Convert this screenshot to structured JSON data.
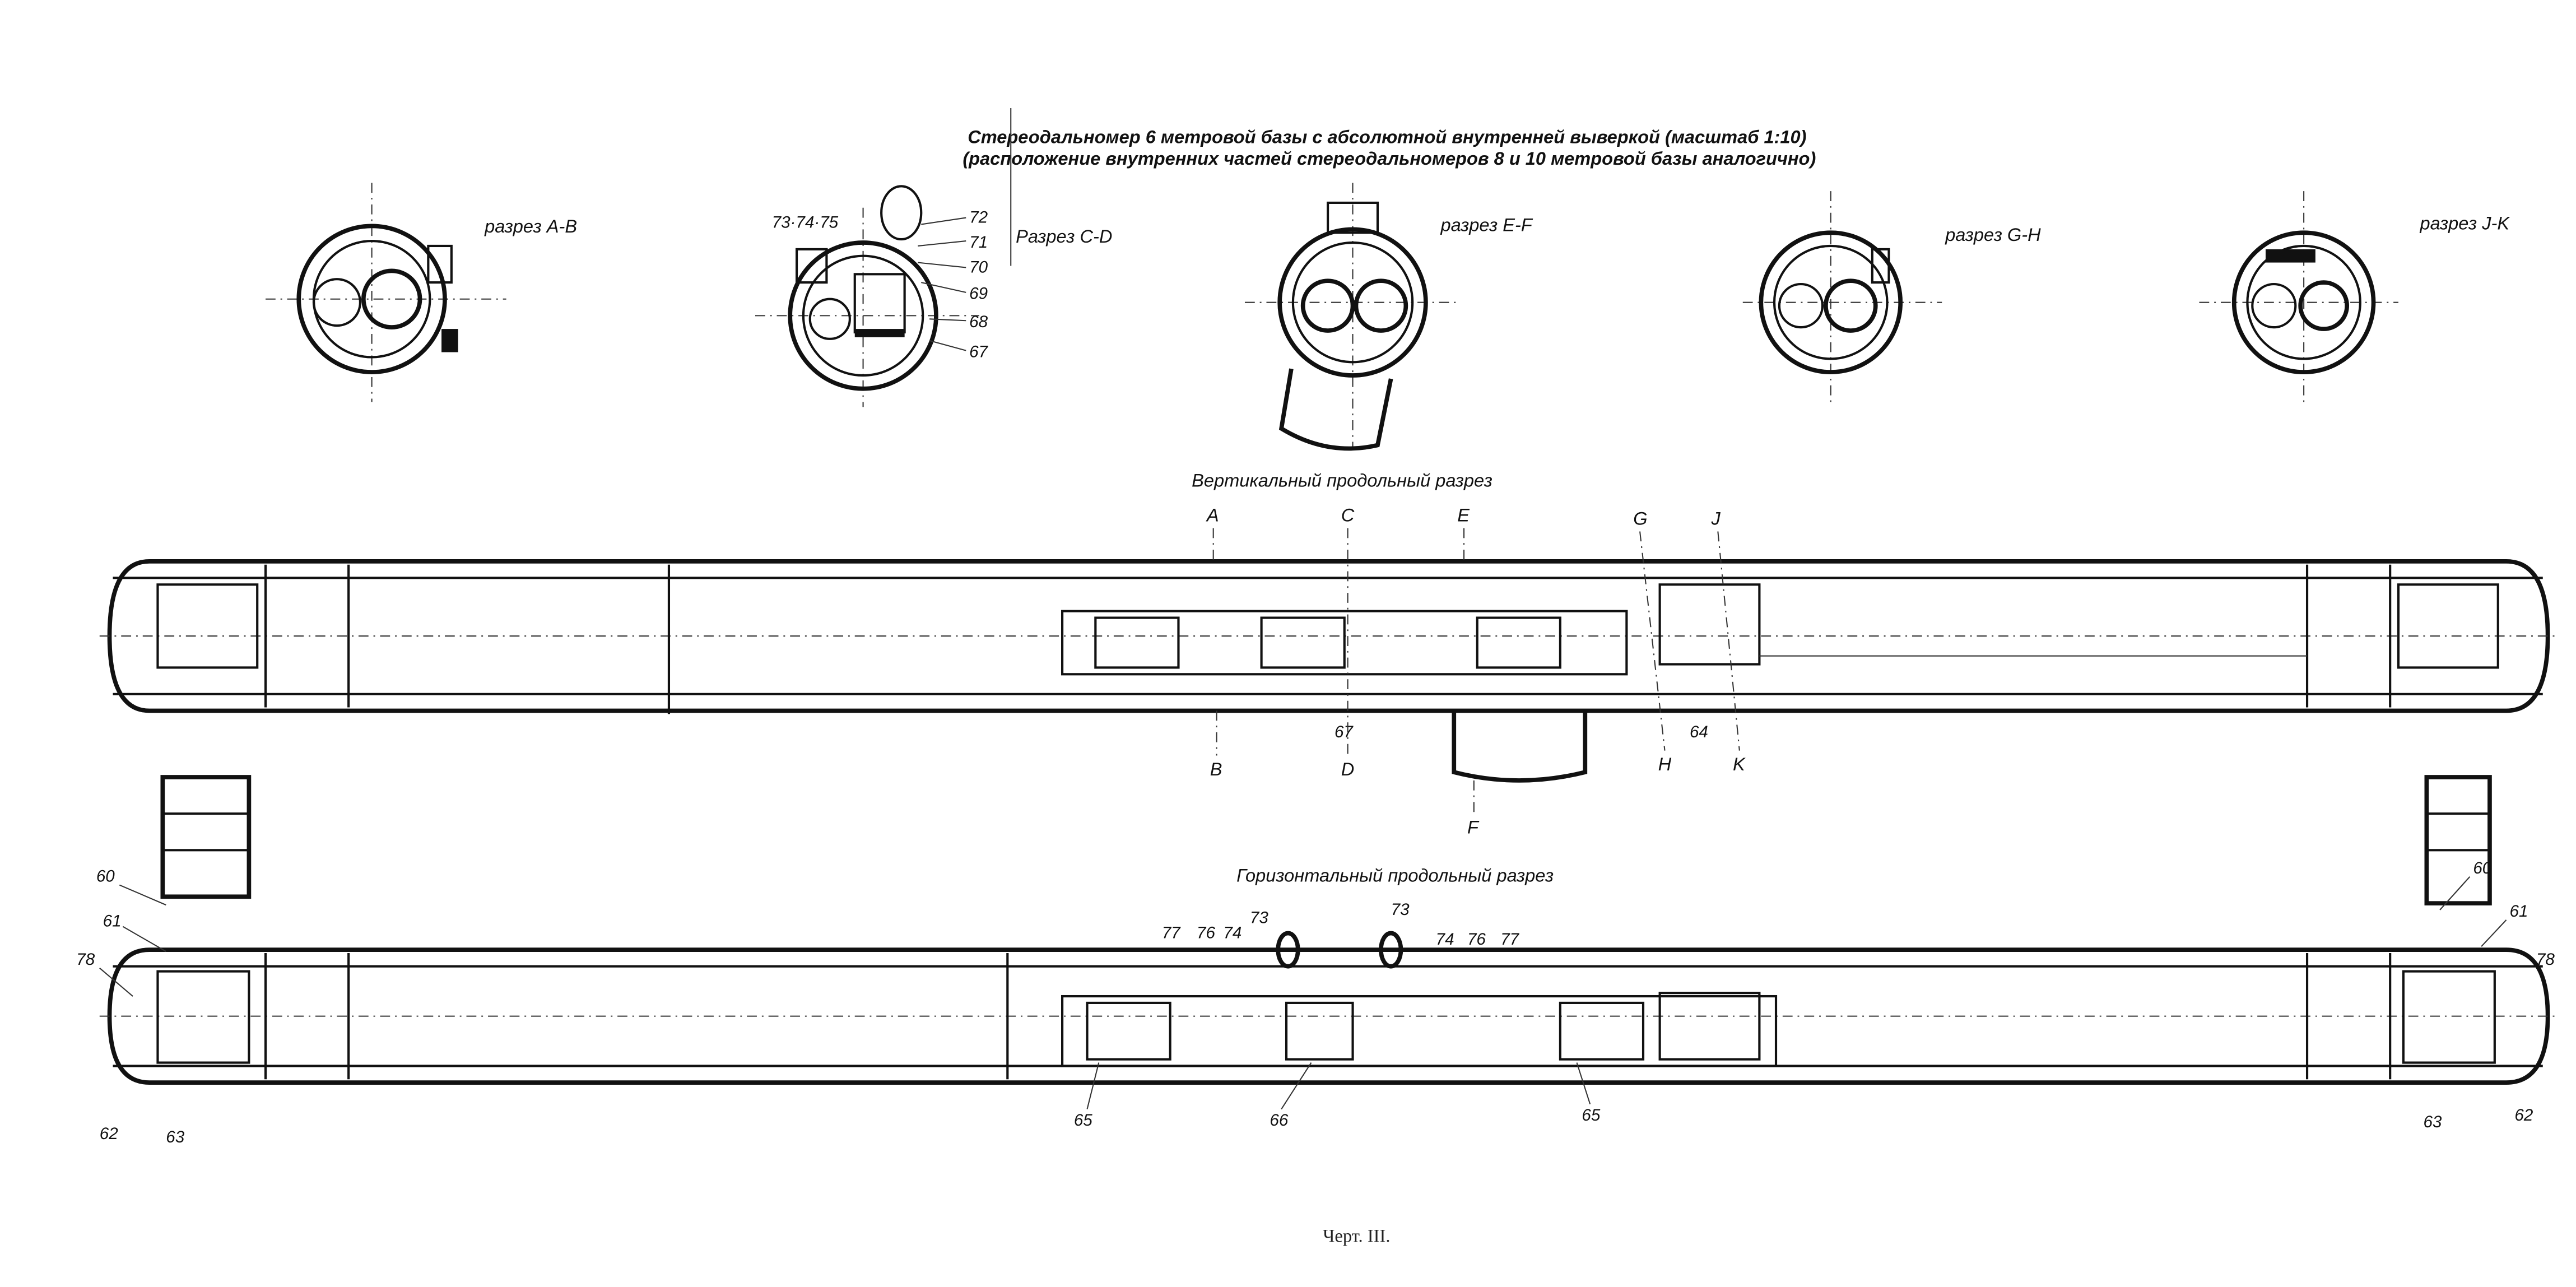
{
  "title": {
    "line1": "Стереодальномер 6 метровой базы с абсолютной внутренней выверкой (масштаб 1:10)",
    "line2": "(расположение внутренних частей стереодальномеров 8 и 10 метровой базы аналогично)"
  },
  "sections": {
    "ab": "разрез A-B",
    "cd": "Разрез C-D",
    "ef": "разрез E-F",
    "gh": "разрез G-H",
    "jk": "разрез J-K"
  },
  "cd_callouts": [
    "73·74·75",
    "72",
    "71",
    "70",
    "69",
    "68",
    "67"
  ],
  "vertical": {
    "title": "Вертикальный продольный разрез",
    "top_letters": [
      "A",
      "C",
      "E",
      "G",
      "J"
    ],
    "bottom_letters": [
      "B",
      "D",
      "F",
      "H",
      "K"
    ],
    "callouts": [
      "67",
      "64"
    ]
  },
  "horizontal": {
    "title": "Горизонтальный продольный разрез",
    "left_callouts": [
      "60",
      "61",
      "78",
      "62",
      "63"
    ],
    "right_callouts": [
      "60",
      "61",
      "78",
      "63",
      "62"
    ],
    "middle_top_callouts": [
      "77",
      "76",
      "74",
      "73",
      "73",
      "74",
      "76",
      "77"
    ],
    "bottom_callouts": [
      "65",
      "66",
      "65"
    ]
  },
  "caption": "Черт. III."
}
